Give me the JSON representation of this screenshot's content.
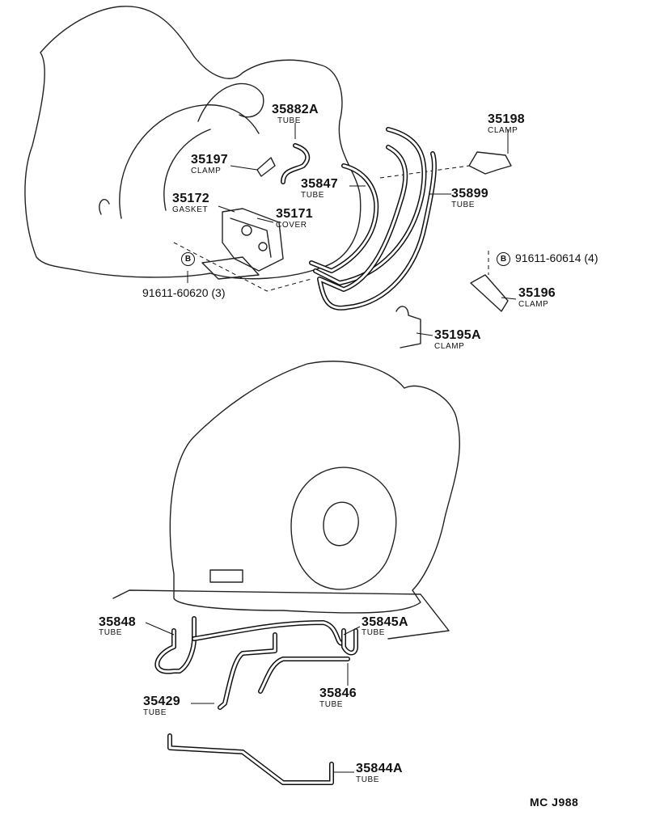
{
  "parts": [
    {
      "number": "35882A",
      "name": "TUBE"
    },
    {
      "number": "35197",
      "name": "CLAMP"
    },
    {
      "number": "35847",
      "name": "TUBE"
    },
    {
      "number": "35172",
      "name": "GASKET"
    },
    {
      "number": "35171",
      "name": "COVER"
    },
    {
      "number": "35198",
      "name": "CLAMP"
    },
    {
      "number": "35899",
      "name": "TUBE"
    },
    {
      "number": "35196",
      "name": "CLAMP"
    },
    {
      "number": "35195A",
      "name": "CLAMP"
    },
    {
      "number": "35848",
      "name": "TUBE"
    },
    {
      "number": "35845A",
      "name": "TUBE"
    },
    {
      "number": "35429",
      "name": "TUBE"
    },
    {
      "number": "35846",
      "name": "TUBE"
    },
    {
      "number": "35844A",
      "name": "TUBE"
    }
  ],
  "bolts": [
    {
      "mark": "B",
      "number": "91611-60620",
      "qty": "(3)"
    },
    {
      "mark": "B",
      "number": "91611-60614",
      "qty": "(4)"
    }
  ],
  "figure_code": "MC J988"
}
